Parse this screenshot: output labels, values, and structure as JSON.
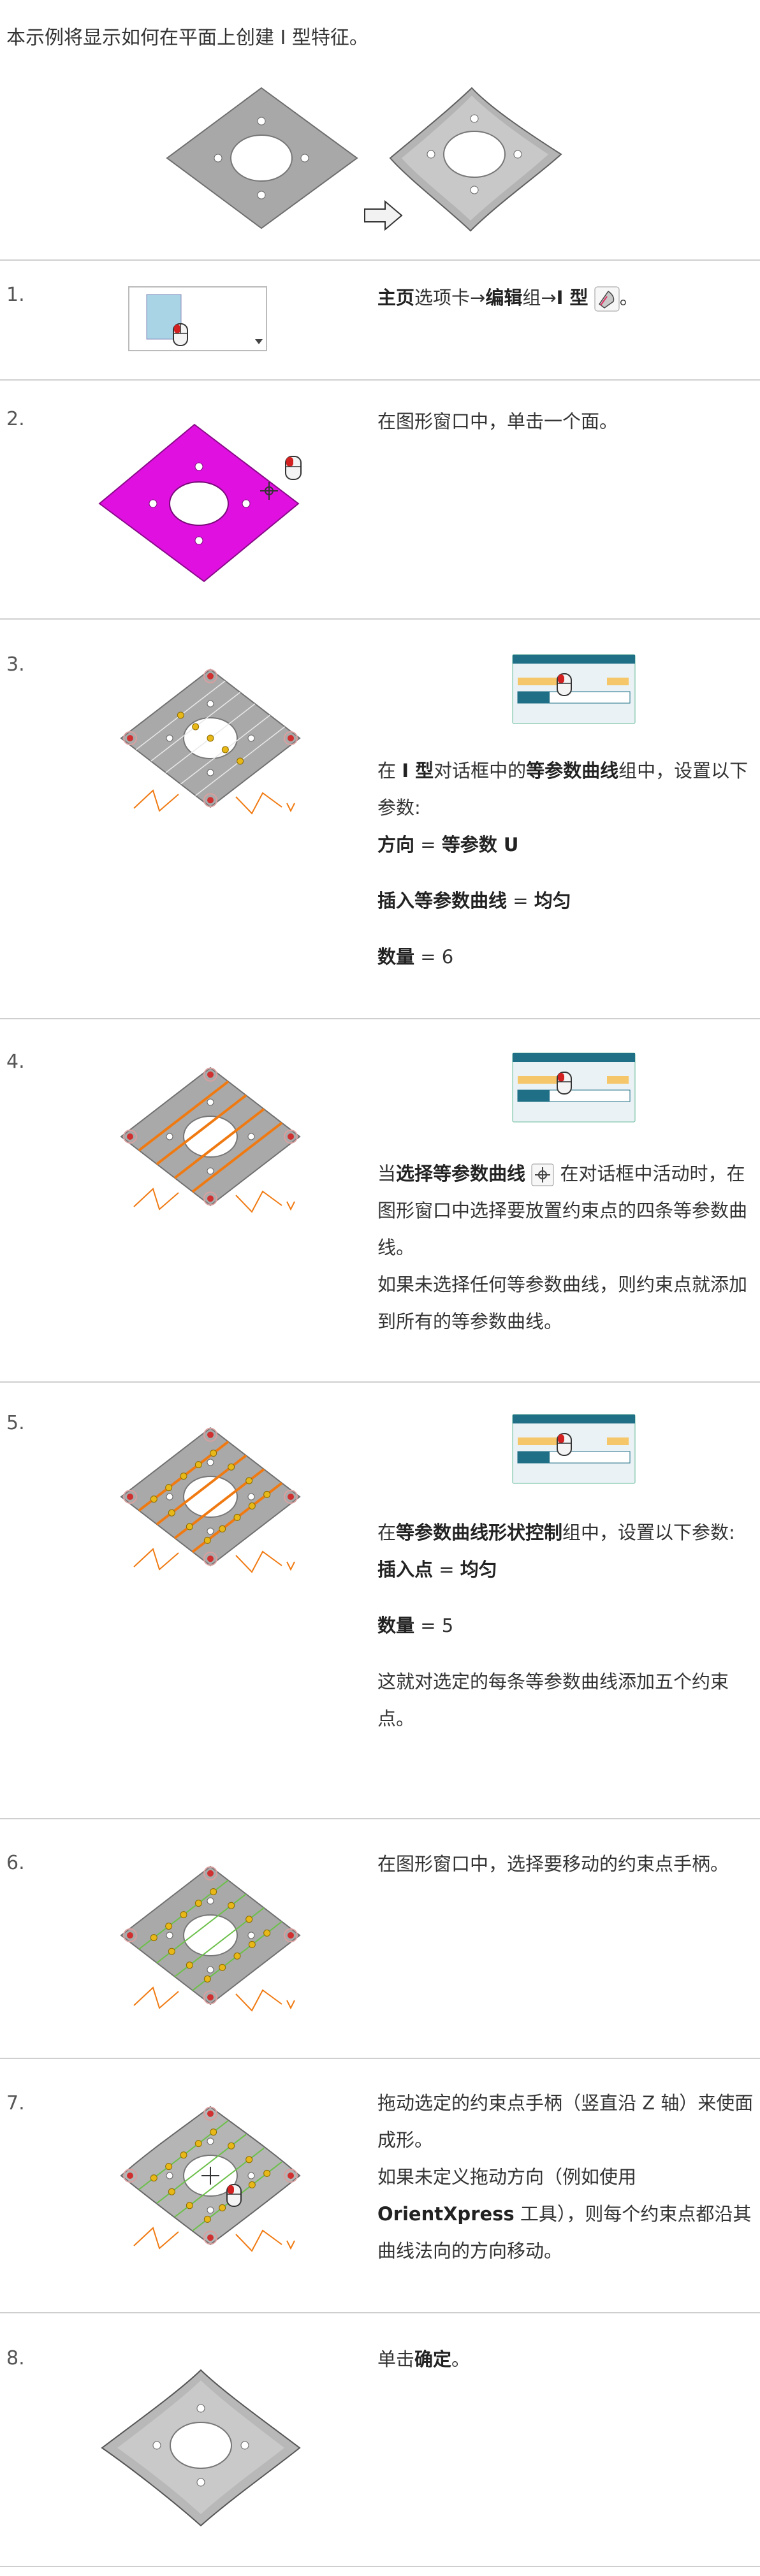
{
  "intro": "本示例将显示如何在平面上创建 I 型特征。",
  "steps": {
    "s1": {
      "num": "1.",
      "t1": "主页",
      "t2": "选项卡→",
      "t3": "编辑",
      "t4": "组→",
      "t5": "I 型",
      "t6": "。"
    },
    "s2": {
      "num": "2.",
      "text": "在图形窗口中，单击一个面。"
    },
    "s3": {
      "num": "3.",
      "l1a": "在 ",
      "l1b": "I 型",
      "l1c": "对话框中的",
      "l1d": "等参数曲线",
      "l1e": "组中，设置以下参数:",
      "p1label": "方向",
      "p1eq": " = ",
      "p1val": "等参数 U",
      "p2label": "插入等参数曲线",
      "p2eq": " = ",
      "p2val": "均匀",
      "p3label": "数量",
      "p3val": " = 6"
    },
    "s4": {
      "num": "4.",
      "a1": "当",
      "a2": "选择等参数曲线",
      "a3": " 在对话框中活动时，在图形窗口中选择要放置约束点的四条等参数曲线。",
      "b": "如果未选择任何等参数曲线，则约束点就添加到所有的等参数曲线。"
    },
    "s5": {
      "num": "5.",
      "a1": "在",
      "a2": "等参数曲线形状控制",
      "a3": "组中，设置以下参数:",
      "p1label": "插入点",
      "p1eq": " = ",
      "p1val": "均匀",
      "p2label": "数量",
      "p2val": " = 5",
      "c": "这就对选定的每条等参数曲线添加五个约束点。"
    },
    "s6": {
      "num": "6.",
      "text": "在图形窗口中，选择要移动的约束点手柄。"
    },
    "s7": {
      "num": "7.",
      "a": "拖动选定的约束点手柄（竖直沿 Z 轴）来使面成形。",
      "b1": "如果未定义拖动方向（例如使用 ",
      "b2": "OrientXpress",
      "b3": " 工具），则每个约束点都沿其曲线法向的方向移动。"
    },
    "s8": {
      "num": "8.",
      "a1": "单击",
      "a2": "确定",
      "a3": "。"
    }
  },
  "colors": {
    "plate": "#a9a9a9",
    "selected_face": "#e010e0",
    "curve": "#f07a12",
    "curve_green": "#6cc04a",
    "point": "#e8b818",
    "handle": "#d03030",
    "dialog_header": "#1f6f86",
    "dialog_field": "#f5c66a"
  },
  "icons": [
    "mouse-icon",
    "i-shape-icon",
    "select-isoparam-icon",
    "arrow-right-icon",
    "move-handle-icon"
  ]
}
